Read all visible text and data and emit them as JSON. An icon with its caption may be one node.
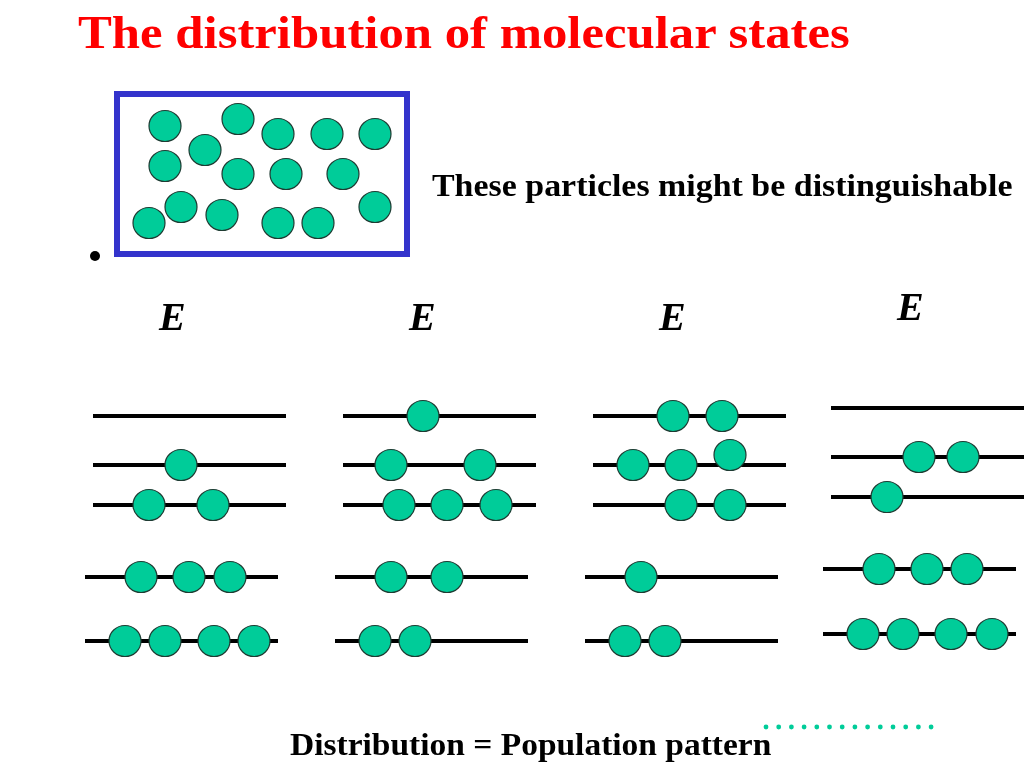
{
  "diagram": {
    "title": "The distribution of molecular states",
    "caption": "Distribution = Population pattern",
    "labels": [
      "These particles might be distinguishable",
      "E",
      "E",
      "E",
      "E"
    ]
  }
}
